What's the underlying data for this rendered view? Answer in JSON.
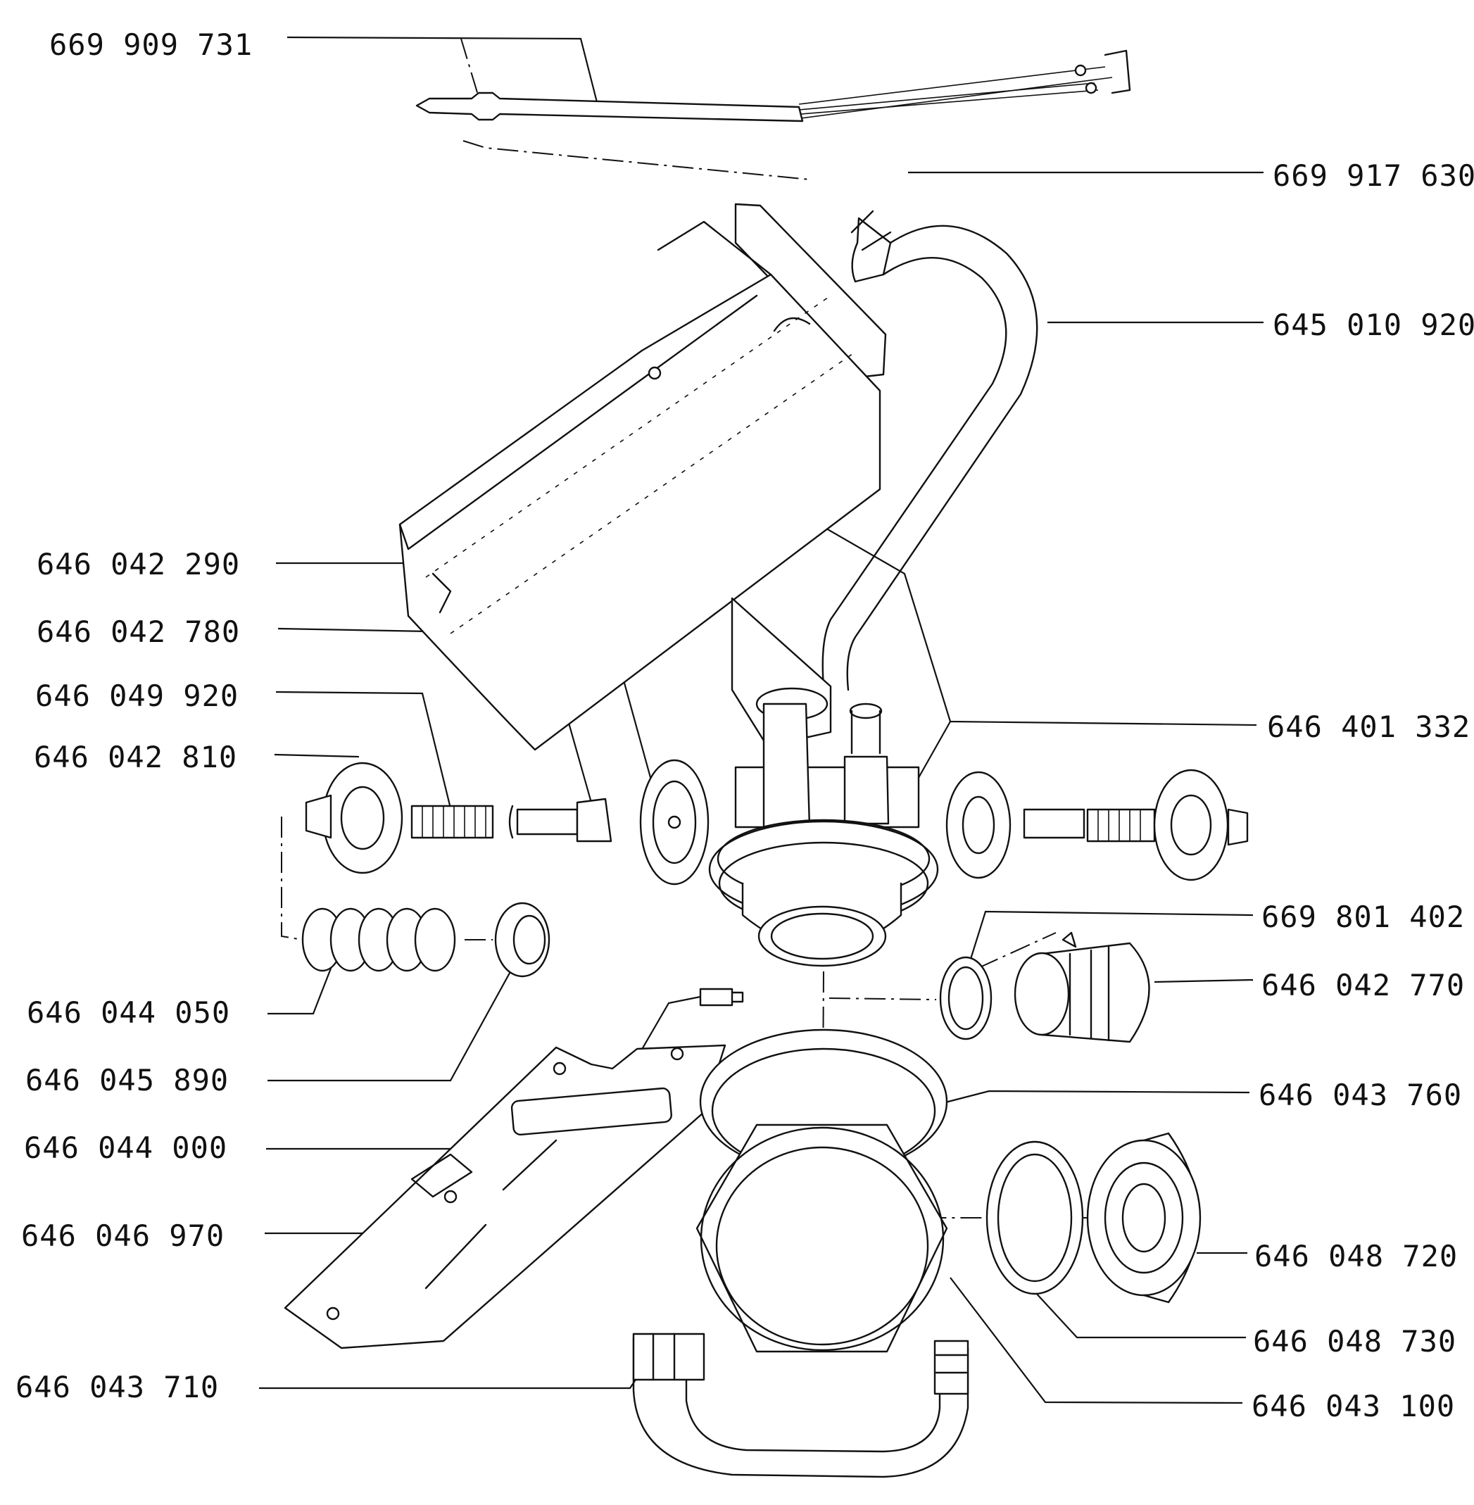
{
  "labels": {
    "l669909731": "669 909 731",
    "l669917630": "669 917 630",
    "l645010920": "645 010 920",
    "l646042290": "646 042 290",
    "l646042780": "646 042 780",
    "l646049920": "646 049 920",
    "l646042810": "646 042 810",
    "l646401332": "646 401 332",
    "l669801402": "669 801 402",
    "l646042770": "646 042 770",
    "l646044050": "646 044 050",
    "l646045890": "646 045 890",
    "l646044000": "646 044 000",
    "l646043760": "646 043 760",
    "l646046970": "646 046 970",
    "l646048720": "646 048 720",
    "l646048730": "646 048 730",
    "l646043100": "646 043 100",
    "l646043710": "646 043 710"
  }
}
